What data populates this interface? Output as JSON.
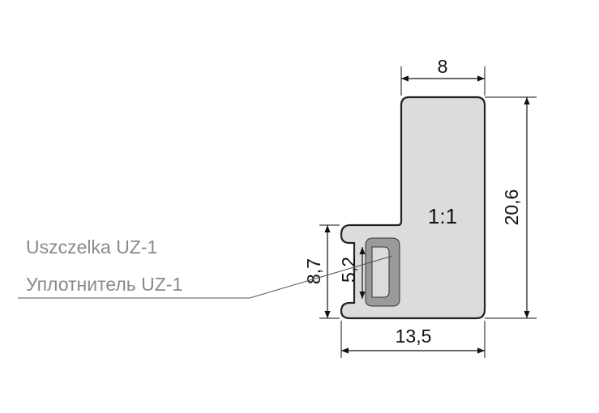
{
  "profile": {
    "scale_label": "1:1",
    "fill_color": "#dcdcdc",
    "outline_color": "#222222"
  },
  "seal": {
    "fill_color": "#9a9a9a"
  },
  "dimensions": {
    "top_width": "8",
    "total_height": "20,6",
    "bottom_width": "13,5",
    "lip_height": "8,7",
    "seal_height": "5,2"
  },
  "callout": {
    "line1": "Uszczelka UZ-1",
    "line2": "Уплотнитель UZ-1",
    "text_color": "#8a8a8a"
  }
}
